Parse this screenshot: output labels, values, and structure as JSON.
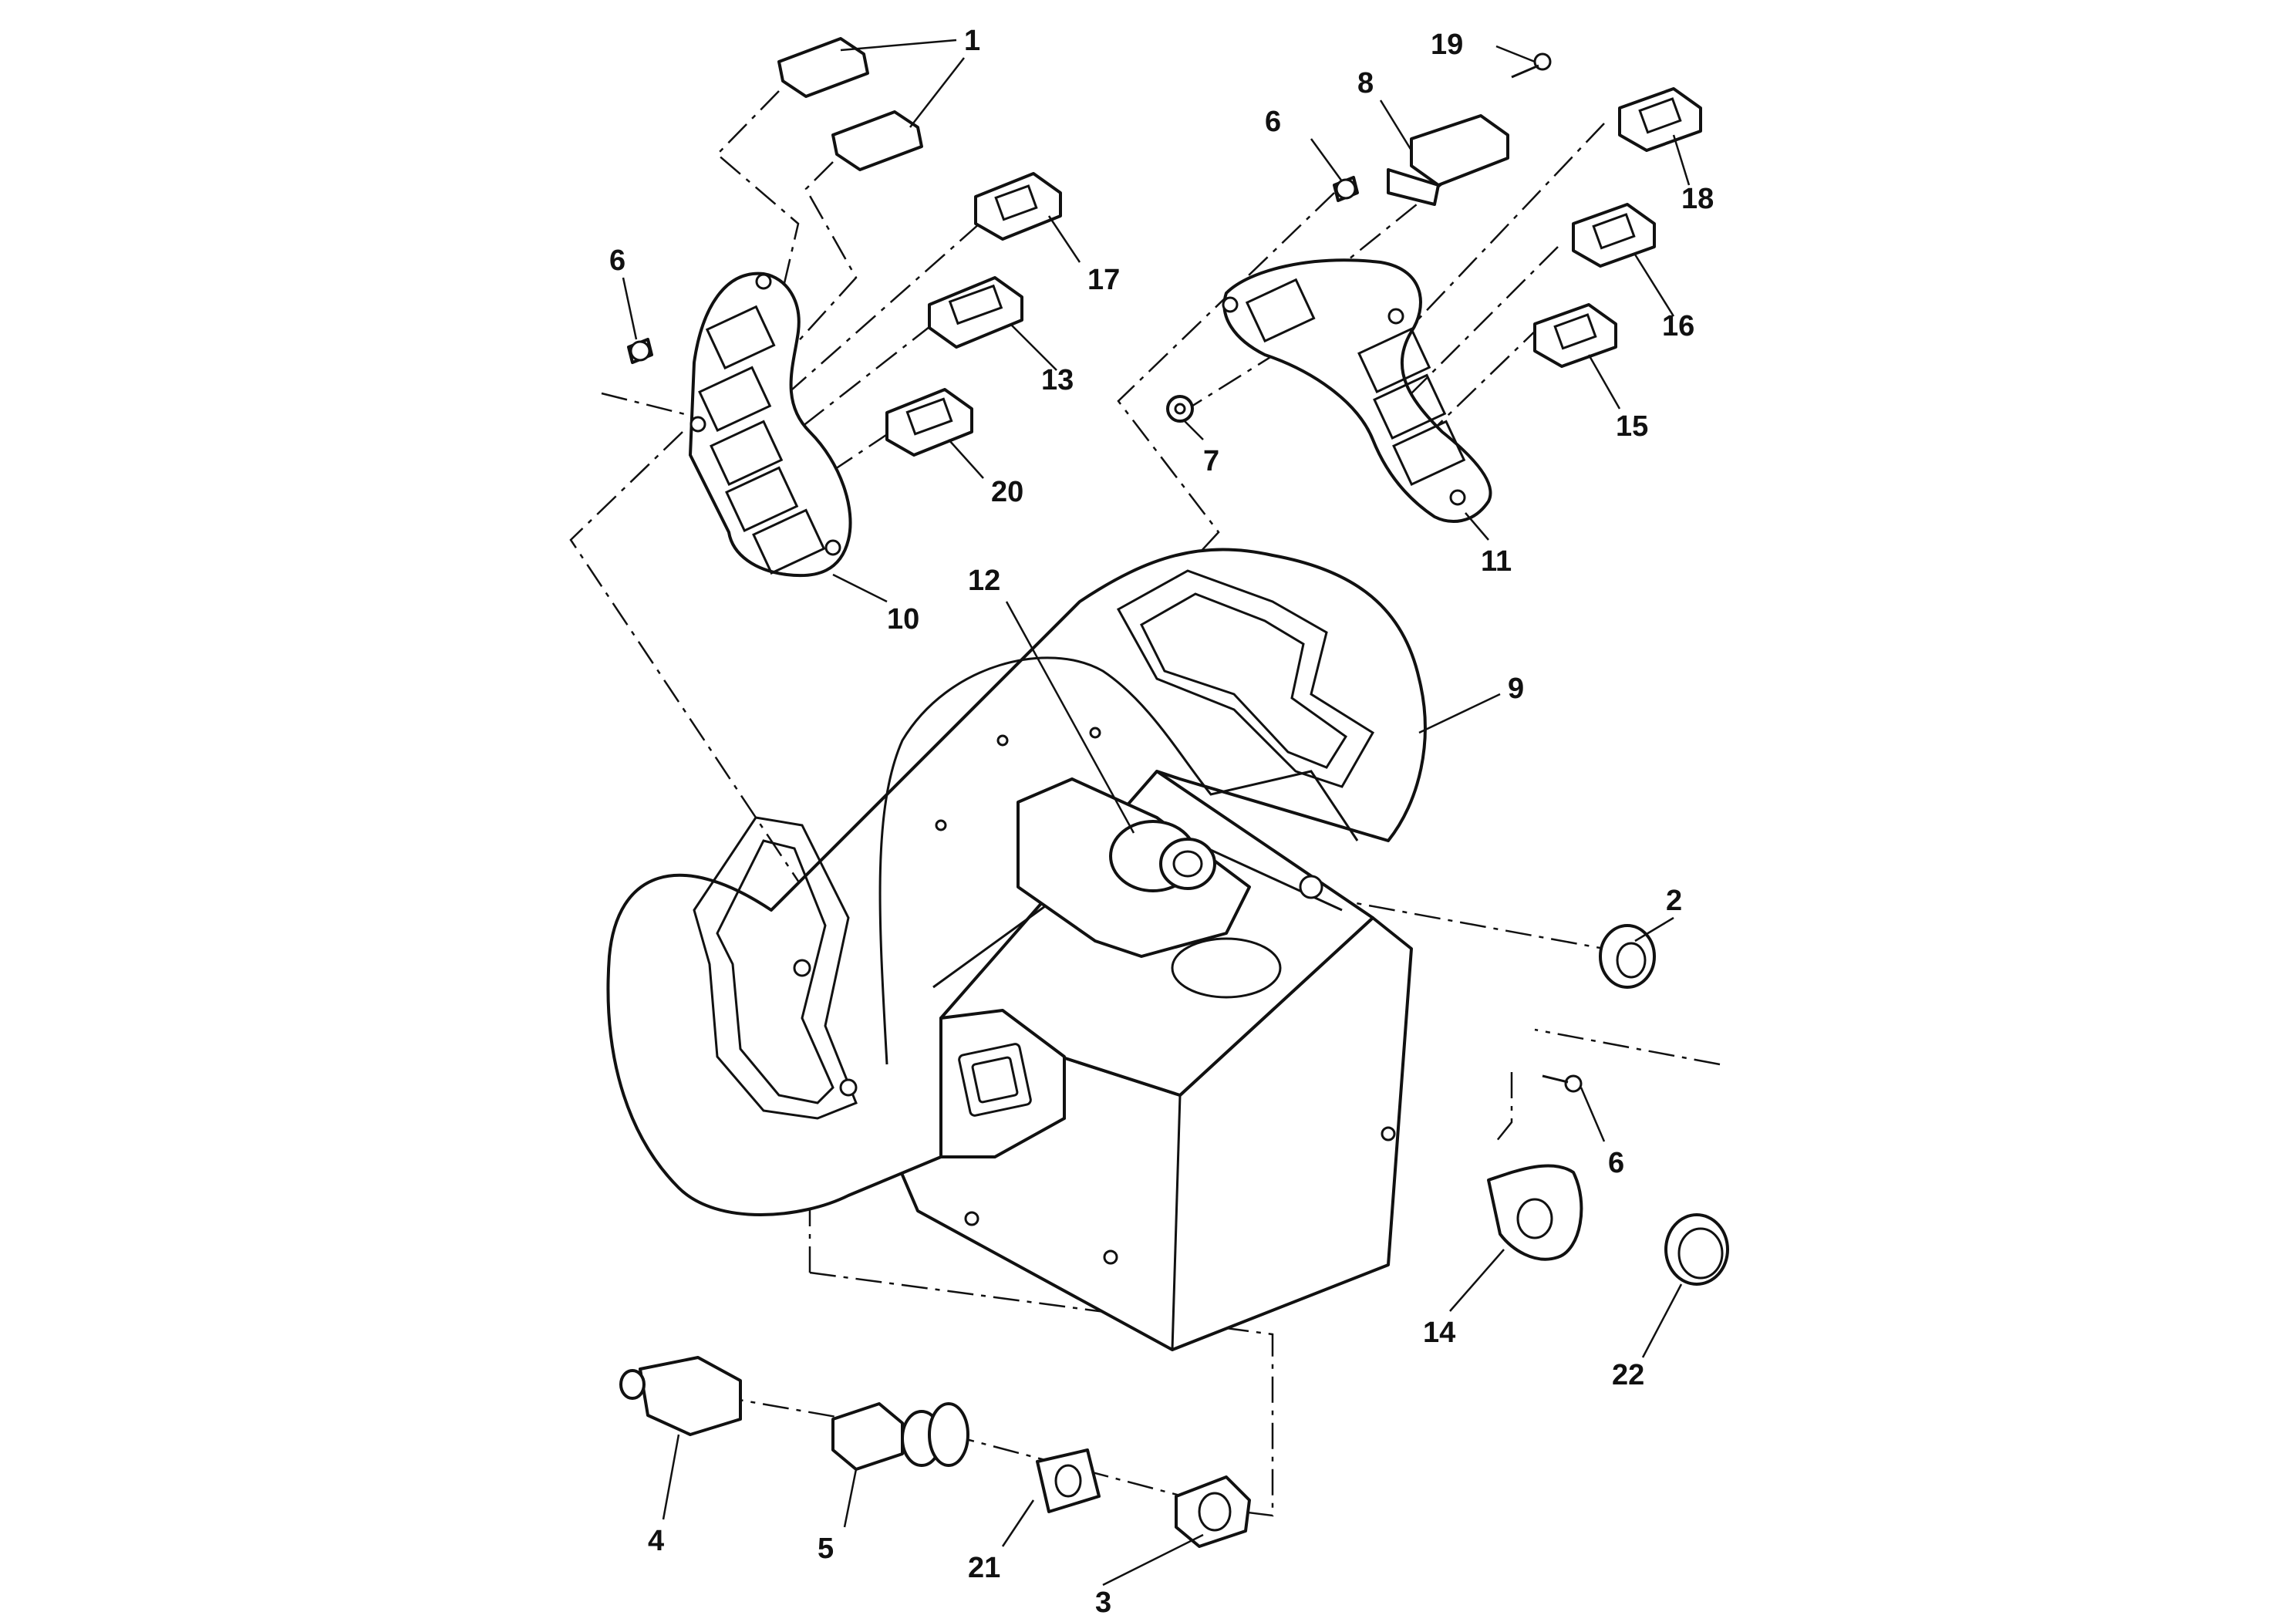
{
  "diagram": {
    "labels": [
      "1",
      "2",
      "3",
      "4",
      "5",
      "6",
      "6",
      "6",
      "6",
      "7",
      "8",
      "9",
      "10",
      "11",
      "12",
      "13",
      "14",
      "15",
      "16",
      "17",
      "18",
      "19",
      "20",
      "21",
      "22"
    ]
  }
}
